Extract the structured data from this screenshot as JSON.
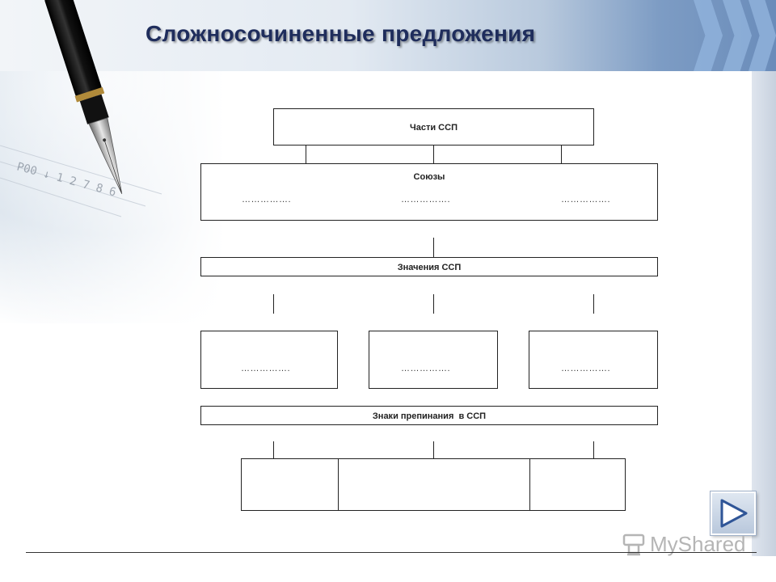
{
  "slide": {
    "title": "Сложносочиненные предложения"
  },
  "diagram": {
    "parts_box": "Части ССП",
    "conjunctions_box": {
      "label": "Союзы",
      "blanks": [
        "…………….",
        "…………….",
        "……………."
      ]
    },
    "meanings_box": "Значения ССП",
    "meaning_blanks": [
      "…………….",
      "…………….",
      "……………."
    ],
    "punctuation_box": "Знаки препинания  в ССП"
  },
  "watermark": {
    "text": "MyShared"
  },
  "icons": {
    "next": "play-triangle-icon",
    "logo": "myshared-logo-icon"
  },
  "colors": {
    "title": "#1f2d5c",
    "accent": "#6a8cba",
    "button_arrow": "#2f5597"
  }
}
